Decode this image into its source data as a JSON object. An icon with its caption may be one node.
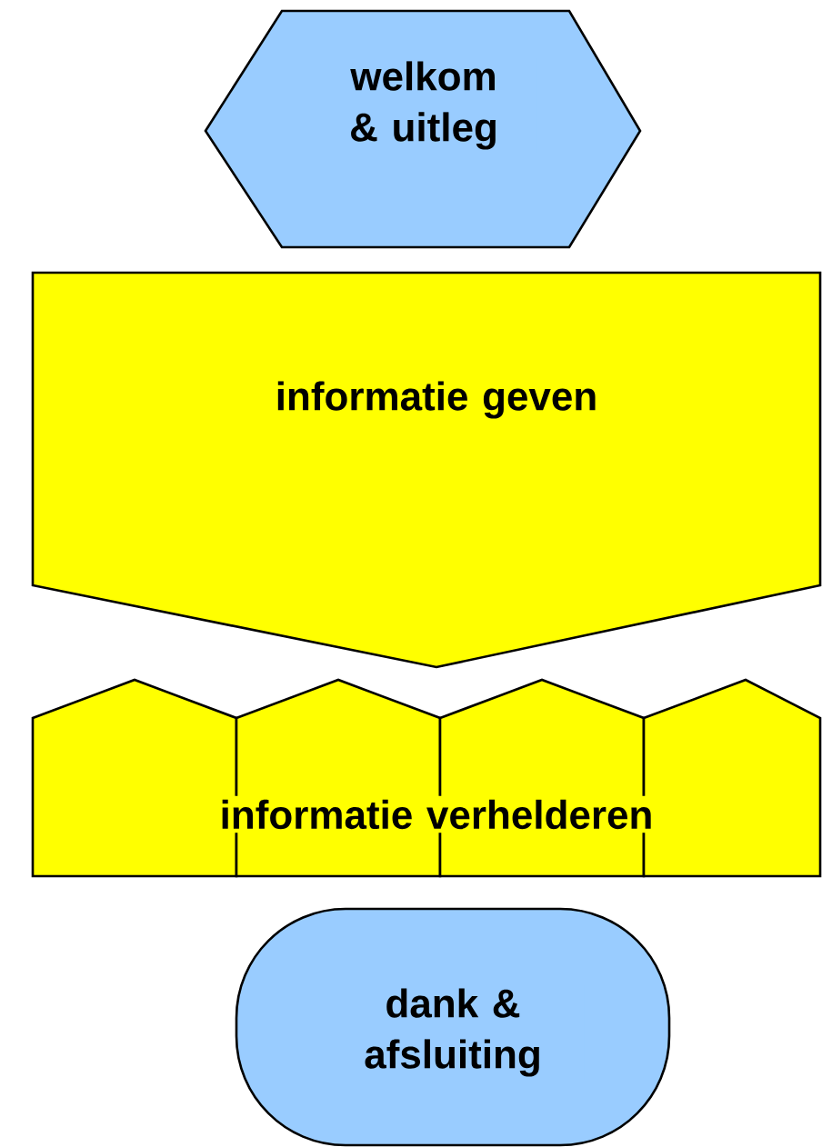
{
  "diagram": {
    "nodes": [
      {
        "text": [
          "welkom & uitleg"
        ]
      },
      {
        "text": [
          "informatie geven"
        ]
      },
      {
        "text": [
          "informatie verhelderen"
        ]
      },
      {
        "text": [
          "dank & afsluiting"
        ]
      }
    ]
  }
}
